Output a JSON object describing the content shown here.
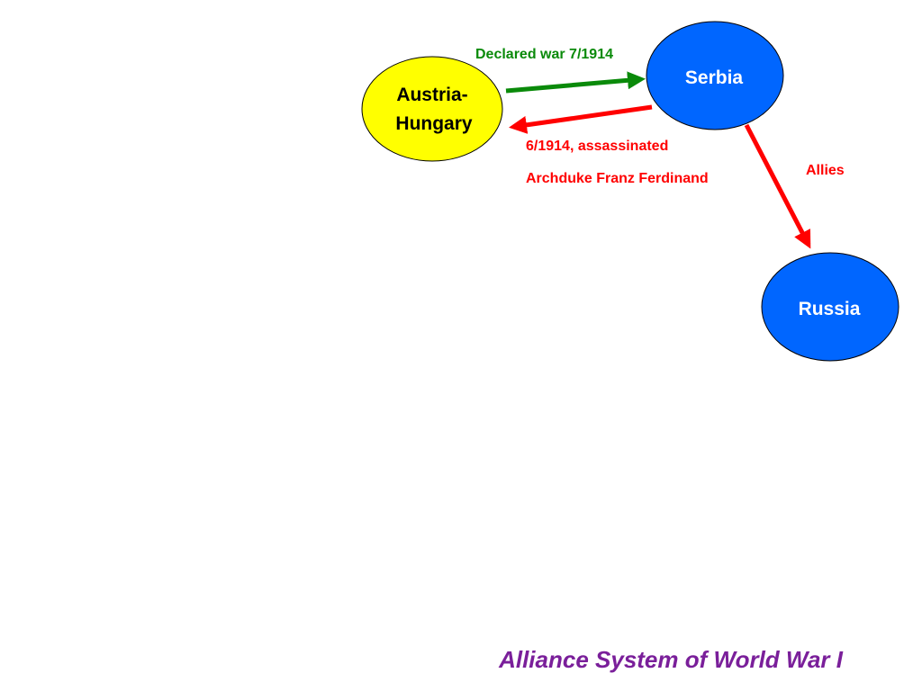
{
  "title": "Alliance System of World War I",
  "colors": {
    "title": "#7a1f9a",
    "austria_fill": "#ffff00",
    "serbia_fill": "#0066ff",
    "russia_fill": "#0066ff",
    "node_stroke": "#000000",
    "green_arrow": "#0a8a0a",
    "red_arrow": "#ff0000",
    "austria_text": "#000000",
    "ally_text": "#ffffff"
  },
  "nodes": {
    "austria_hungary": {
      "line1": "Austria-",
      "line2": "Hungary"
    },
    "serbia": {
      "label": "Serbia"
    },
    "russia": {
      "label": "Russia"
    }
  },
  "edges": {
    "declared_war": {
      "label": "Declared war 7/1914"
    },
    "assassination": {
      "line1": "6/1914, assassinated",
      "line2": "Archduke Franz Ferdinand"
    },
    "allies": {
      "label": "Allies"
    }
  }
}
